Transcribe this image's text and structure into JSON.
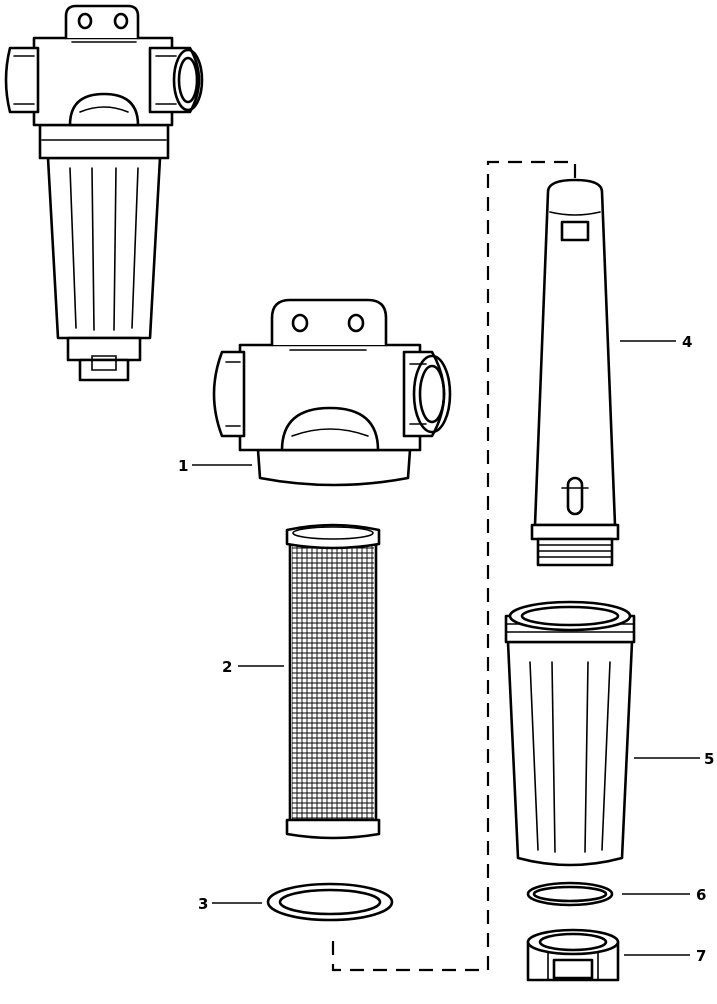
{
  "callouts": [
    {
      "id": "part-1",
      "label": "1"
    },
    {
      "id": "part-2",
      "label": "2"
    },
    {
      "id": "part-3",
      "label": "3"
    },
    {
      "id": "part-4",
      "label": "4"
    },
    {
      "id": "part-5",
      "label": "5"
    },
    {
      "id": "part-6",
      "label": "6"
    },
    {
      "id": "part-7",
      "label": "7"
    }
  ],
  "colors": {
    "line": "#000000",
    "background": "#ffffff"
  }
}
